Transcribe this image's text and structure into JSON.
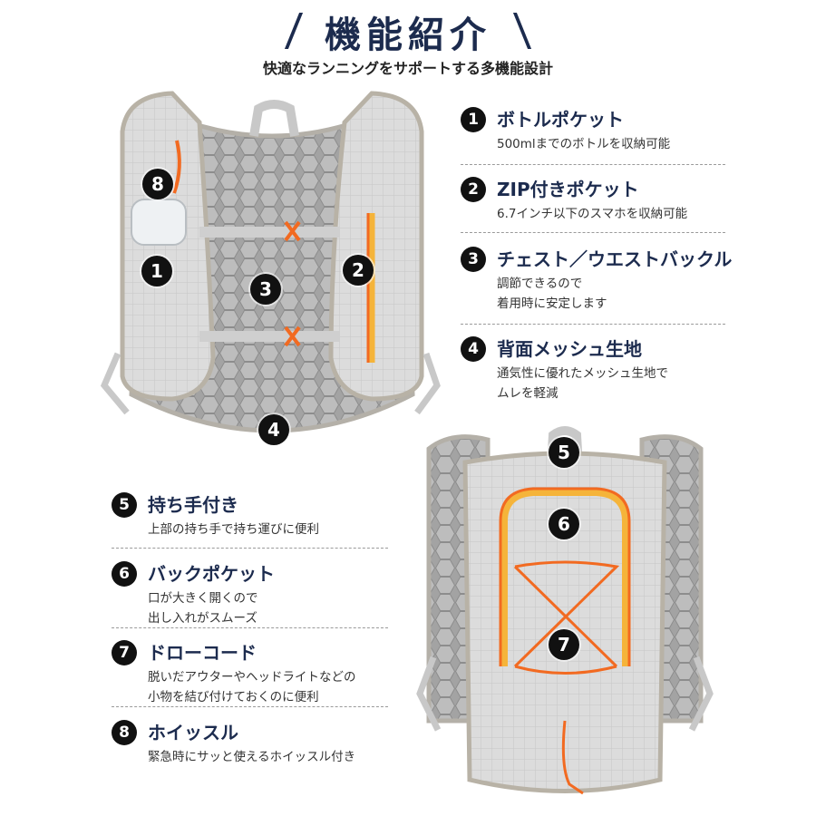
{
  "header": {
    "title": "機能紹介",
    "subtitle": "快適なランニングをサポートする多機能設計"
  },
  "features": [
    {
      "num": "1",
      "title": "ボトルポケット",
      "desc": [
        "500mlまでのボトルを収納可能"
      ]
    },
    {
      "num": "2",
      "title": "ZIP付きポケット",
      "desc": [
        "6.7インチ以下のスマホを収納可能"
      ]
    },
    {
      "num": "3",
      "title": "チェスト／ウエストバックル",
      "desc": [
        "調節できるので",
        "着用時に安定します"
      ]
    },
    {
      "num": "4",
      "title": "背面メッシュ生地",
      "desc": [
        "通気性に優れたメッシュ生地で",
        "ムレを軽減"
      ]
    },
    {
      "num": "5",
      "title": "持ち手付き",
      "desc": [
        "上部の持ち手で持ち運びに便利"
      ]
    },
    {
      "num": "6",
      "title": "バックポケット",
      "desc": [
        "口が大きく開くので",
        "出し入れがスムーズ"
      ]
    },
    {
      "num": "7",
      "title": "ドローコード",
      "desc": [
        "脱いだアウターやヘッドライトなどの",
        "小物を結び付けておくのに便利"
      ]
    },
    {
      "num": "8",
      "title": "ホイッスル",
      "desc": [
        "緊急時にサッと使えるホイッスル付き"
      ]
    }
  ],
  "markers": {
    "front": [
      "8",
      "1",
      "3",
      "2",
      "4"
    ],
    "back": [
      "5",
      "6",
      "7"
    ]
  },
  "colors": {
    "accent_navy": "#1c2b4e",
    "badge_black": "#111111",
    "vest_gray": "#d9d9d9",
    "mesh_gray": "#a9a9a9",
    "zip_orange": "#f26a21",
    "zip_yellow": "#f5b43a"
  }
}
